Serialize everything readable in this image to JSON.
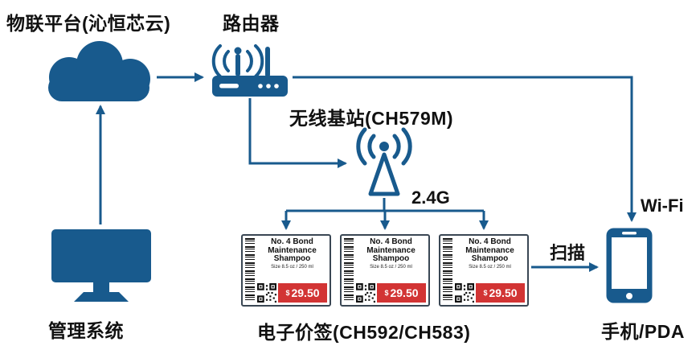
{
  "colors": {
    "primary": "#185A8D",
    "price_red": "#D23434",
    "text": "#111111",
    "tag_border": "#3A4754"
  },
  "nodes": {
    "iot_platform": "物联平台(沁恒芯云)",
    "router": "路由器",
    "base_station": "无线基站(CH579M)",
    "management_system": "管理系统",
    "esl_group": "电子价签(CH592/CH583)",
    "phone": "手机/PDA"
  },
  "edge_labels": {
    "frequency": "2.4G",
    "wifi": "Wi-Fi",
    "scan": "扫描"
  },
  "price_tag": {
    "name_lines": [
      "No. 4 Bond",
      "Maintenance",
      "Shampoo"
    ],
    "size": "Size 8.5 oz / 250 ml",
    "currency": "$",
    "amount": "29.50"
  }
}
